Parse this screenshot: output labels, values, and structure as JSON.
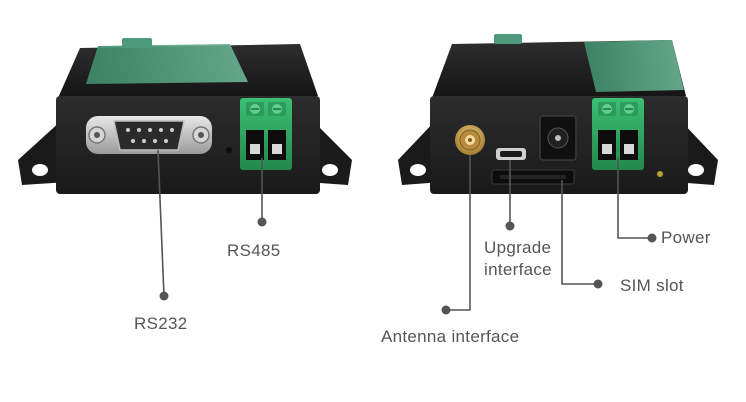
{
  "labels": {
    "rs485": "RS485",
    "rs232": "RS232",
    "upgrade": "Upgrade\ninterface",
    "antenna": "Antenna interface",
    "power": "Power",
    "sim": "SIM slot"
  },
  "colors": {
    "device_body": "#1c1c1c",
    "front_panel": "#2a2a2a",
    "top_label": "#4f9a7c",
    "terminal_block": "#2e9e5e",
    "antenna_connector": "#c8a048",
    "callout_line": "#555555"
  }
}
